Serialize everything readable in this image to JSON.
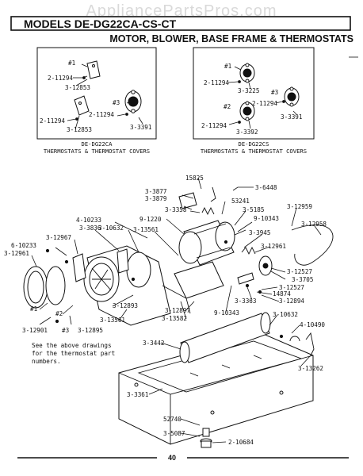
{
  "watermark": "AppliancePartsPros.com",
  "header": {
    "models": "MODELS DE-DG22CA-CS-CT",
    "subtitle": "MOTOR, BLOWER, BASE FRAME & THERMOSTATS"
  },
  "inset_left": {
    "labels": [
      "#1",
      "2-11294",
      "3-12853",
      "#3",
      "2-11294",
      "3-3391",
      "2-11294",
      "3-12853"
    ],
    "caption_model": "DE-DG22CA",
    "caption_desc": "THERMOSTATS & THERMOSTAT COVERS"
  },
  "inset_right": {
    "labels": [
      "#1",
      "2-11294",
      "3-3225",
      "#3",
      "2-11294",
      "#2",
      "3-3391",
      "2-11294",
      "3-3392"
    ],
    "caption_model": "DE-DG22CS",
    "caption_desc": "THERMOSTATS & THERMOSTAT COVERS"
  },
  "main_labels": [
    "15825",
    "3-6448",
    "3-3877",
    "3-3879",
    "53241",
    "3-3358",
    "3-5185",
    "3-12959",
    "4-10233",
    "9-1220",
    "9-10343",
    "3-3836",
    "3-10632",
    "3-13561",
    "3-3945",
    "3-12958",
    "3-12967",
    "3-12961",
    "6-10233",
    "3-12961",
    "3-12527",
    "3-3705",
    "3-12527",
    "14874",
    "3-12894",
    "3-3363",
    "3-12893",
    "3-12897",
    "#1",
    "#2",
    "3-13561",
    "9-10343",
    "3-10632",
    "3-12901",
    "#3",
    "3-12895",
    "3-13582",
    "4-10490",
    "3-3442",
    "3-13262",
    "3-3361",
    "52740",
    "3-5087",
    "2-10684"
  ],
  "note": [
    "See the above drawings",
    "for the thermostat part",
    "numbers."
  ],
  "page_number": "40"
}
